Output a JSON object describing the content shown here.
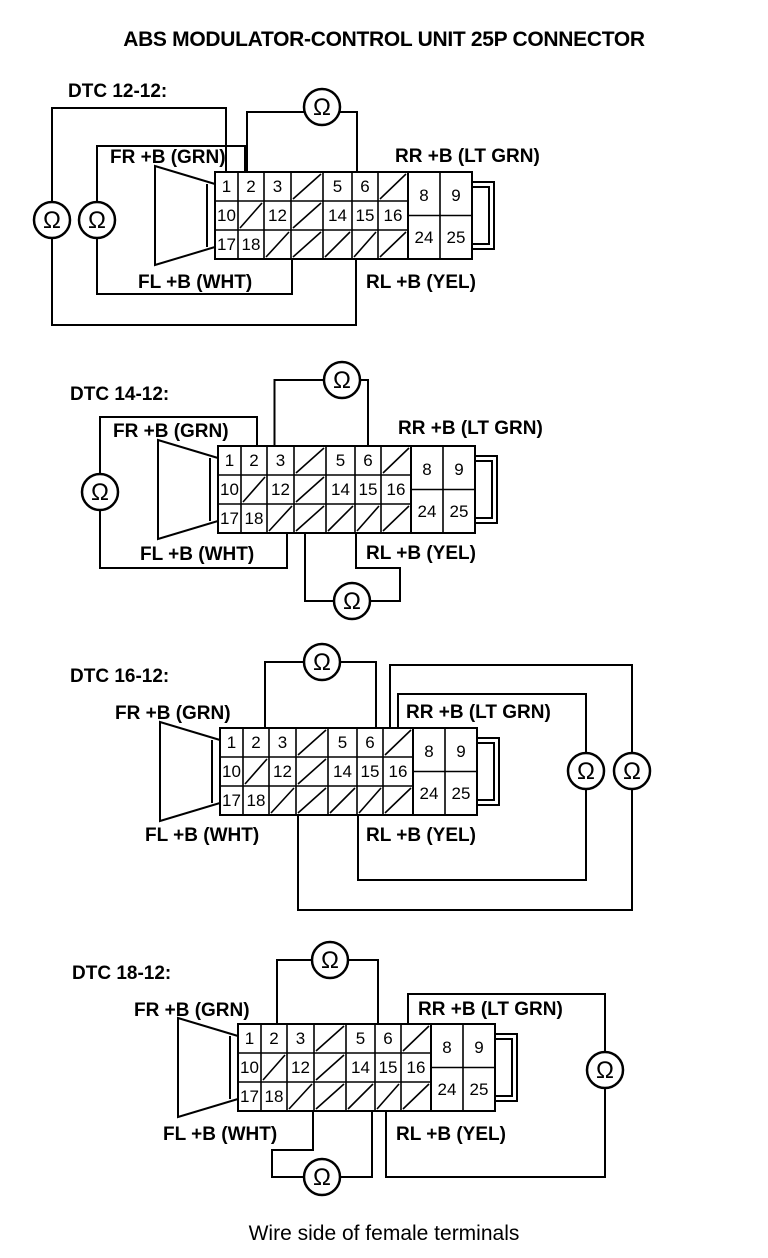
{
  "title": "ABS MODULATOR-CONTROL UNIT 25P CONNECTOR",
  "footer": "Wire side of female terminals",
  "ohm_symbol": "Ω",
  "colors": {
    "ink": "#000000",
    "background": "#ffffff"
  },
  "labels": {
    "fr": "FR +B (GRN)",
    "rr": "RR +B (LT GRN)",
    "fl": "FL +B (WHT)",
    "rl": "RL +B (YEL)"
  },
  "connector": {
    "name": "25P connector",
    "pins_row1": [
      "1",
      "2",
      "3",
      "",
      "5",
      "6",
      ""
    ],
    "pins_row2": [
      "10",
      "",
      "12",
      "",
      "14",
      "15",
      "16"
    ],
    "pins_row3": [
      "17",
      "18",
      "",
      "",
      "",
      "",
      ""
    ],
    "right_pins_top": [
      "8",
      "9"
    ],
    "right_pins_bottom": [
      "24",
      "25"
    ]
  },
  "diagrams": [
    {
      "id": "dtc-12-12",
      "dtc": "DTC 12-12:"
    },
    {
      "id": "dtc-14-12",
      "dtc": "DTC 14-12:"
    },
    {
      "id": "dtc-16-12",
      "dtc": "DTC 16-12:"
    },
    {
      "id": "dtc-18-12",
      "dtc": "DTC 18-12:"
    }
  ]
}
